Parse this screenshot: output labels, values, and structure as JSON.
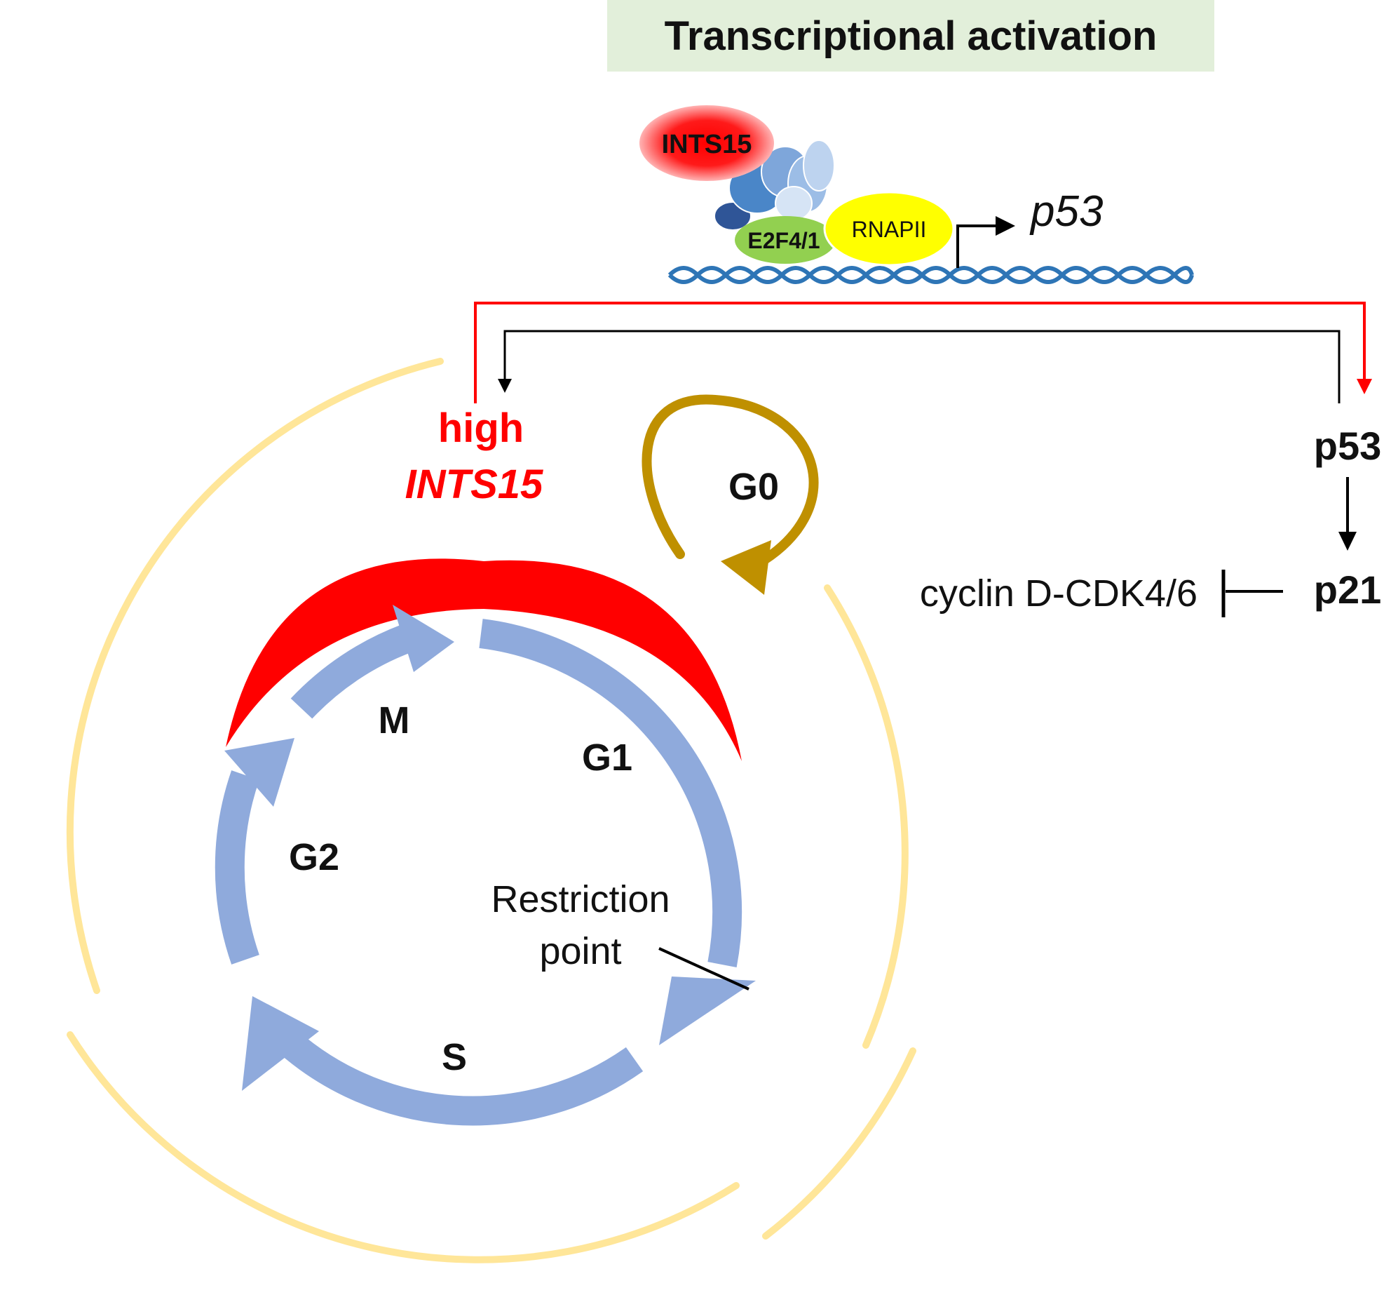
{
  "title": "Transcriptional activation",
  "proteins": {
    "ints15": "INTS15",
    "e2f": "E2F4/1",
    "rnapii": "RNAPII"
  },
  "gene": "p53",
  "high_label": {
    "line1": "high",
    "line2": "INTS15"
  },
  "pathway": {
    "p53": "p53",
    "p21": "p21",
    "cyclin": "cyclin D-CDK4/6"
  },
  "phases": {
    "g0": "G0",
    "g1": "G1",
    "s": "S",
    "g2": "G2",
    "m": "M"
  },
  "restriction": {
    "line1": "Restriction",
    "line2": "point"
  },
  "colors": {
    "red": "#ff0000",
    "cycle_blue": "#8faadc",
    "outer_ring": "#ffe699",
    "g0_arrow": "#bf9000",
    "e2f_green": "#92d050",
    "rnapii_yellow": "#ffff00",
    "dna_blue": "#2e75b6",
    "title_bg": "#e2efda"
  }
}
